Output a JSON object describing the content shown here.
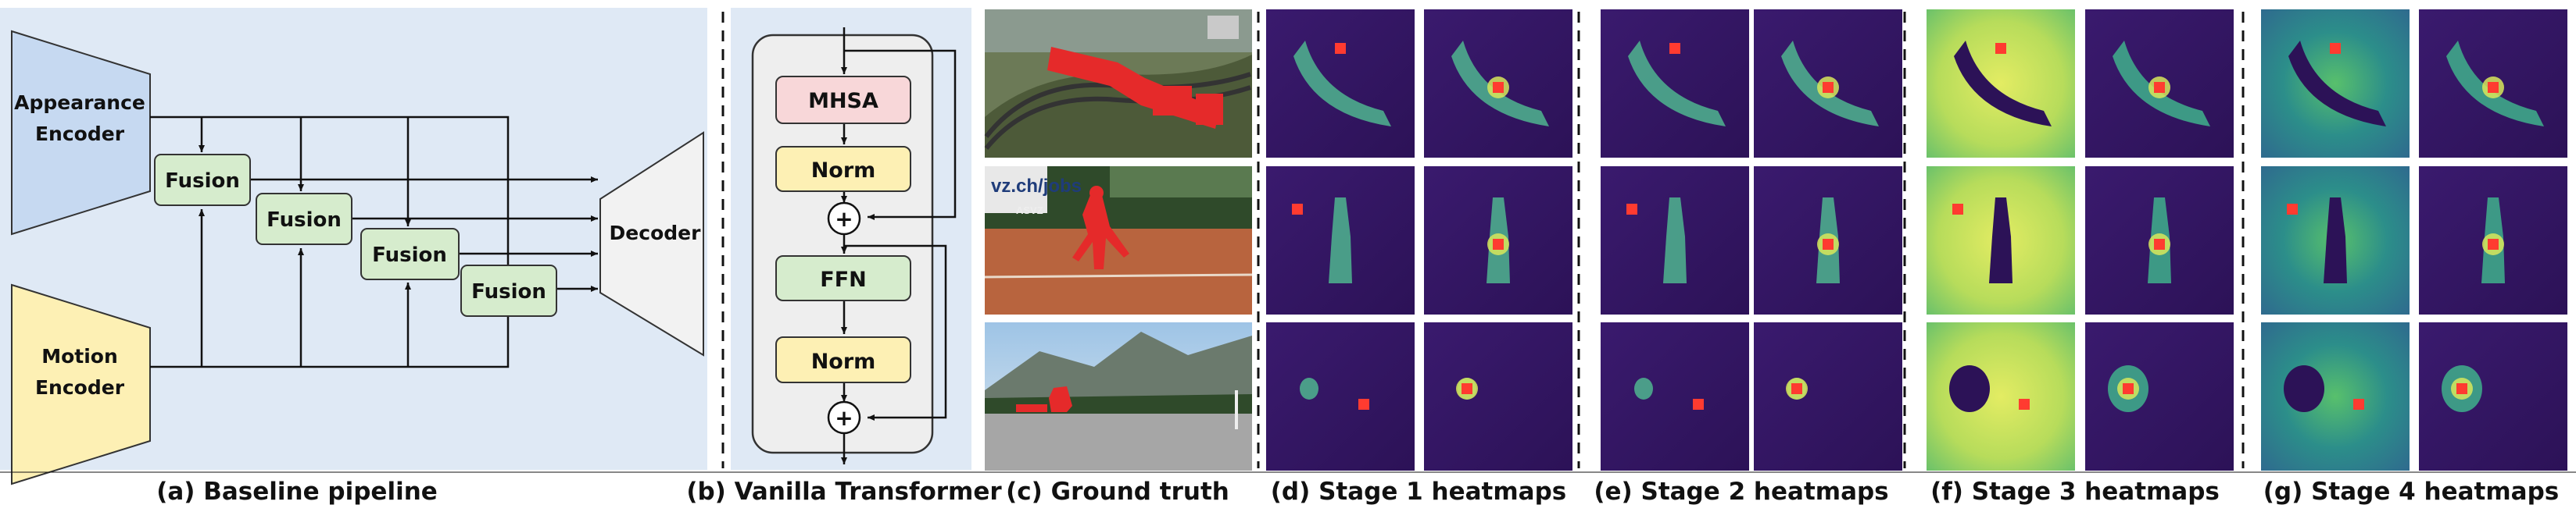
{
  "panel_a": {
    "appearance_encoder": [
      "Appearance",
      "Encoder"
    ],
    "motion_encoder": [
      "Motion",
      "Encoder"
    ],
    "fusion_label": "Fusion",
    "decoder": "Decoder",
    "caption": "(a) Baseline pipeline"
  },
  "panel_b": {
    "mhsa": "MHSA",
    "norm": "Norm",
    "ffn": "FFN",
    "plus": "+",
    "caption": "(b) Vanilla Transformer"
  },
  "panel_c": {
    "caption": "(c) Ground truth",
    "sign_text": "vz.ch/jobs",
    "sign_sub": "ASVZ"
  },
  "heatmap_captions": [
    "(d) Stage 1 heatmaps",
    "(e) Stage 2 heatmaps",
    "(f) Stage 3 heatmaps",
    "(g) Stage 4 heatmaps"
  ],
  "colors": {
    "panel_bg": "#dfe9f5",
    "appearance_fill": "#c6d9f1",
    "motion_fill": "#fdf0b4",
    "fusion_fill": "#d6eccd",
    "mhsa_fill": "#f8d7d9",
    "norm_fill": "#fdf0b4",
    "ffn_fill": "#d6eccd",
    "heatmap_dark": "#3b0f70",
    "heatmap_bright": "#d8e85a",
    "query_point": "#ff3b30"
  }
}
